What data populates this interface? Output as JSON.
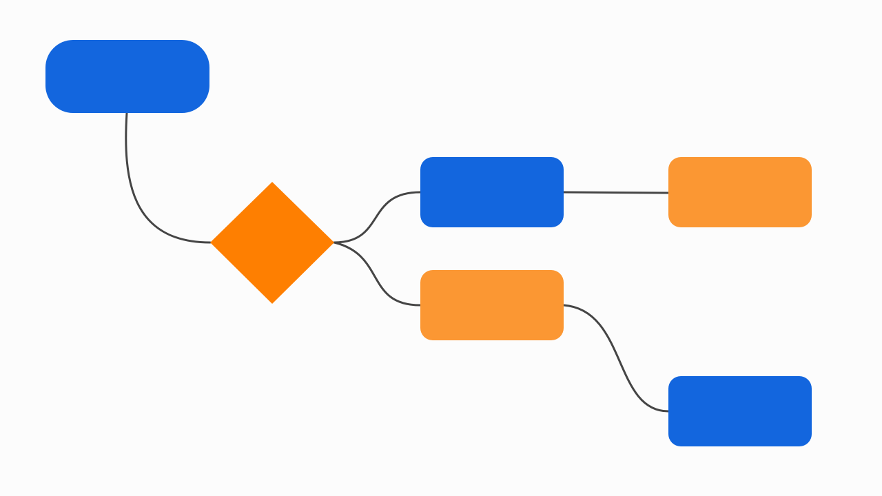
{
  "colors": {
    "background": "#fcfcfc",
    "blue": "#1366de",
    "orange_light": "#fb9733",
    "orange_dark": "#fe7f01",
    "connector": "#454545"
  },
  "nodes": [
    {
      "id": "start",
      "shape": "pill",
      "color": "#1366de",
      "label": ""
    },
    {
      "id": "decision",
      "shape": "diamond",
      "color": "#fe7f01",
      "label": ""
    },
    {
      "id": "upper-branch",
      "shape": "rounded-rect",
      "color": "#1366de",
      "label": ""
    },
    {
      "id": "lower-branch",
      "shape": "rounded-rect",
      "color": "#fb9733",
      "label": ""
    },
    {
      "id": "upper-end",
      "shape": "rounded-rect",
      "color": "#fb9733",
      "label": ""
    },
    {
      "id": "lower-end",
      "shape": "rounded-rect",
      "color": "#1366de",
      "label": ""
    }
  ],
  "edges": [
    {
      "from": "start",
      "to": "decision"
    },
    {
      "from": "decision",
      "to": "upper-branch"
    },
    {
      "from": "decision",
      "to": "lower-branch"
    },
    {
      "from": "upper-branch",
      "to": "upper-end"
    },
    {
      "from": "lower-branch",
      "to": "lower-end"
    }
  ]
}
